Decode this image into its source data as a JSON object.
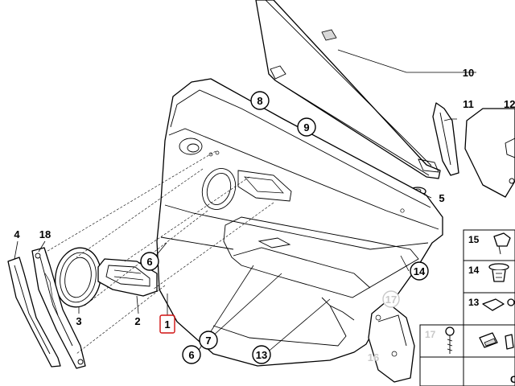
{
  "diagram": {
    "callouts": {
      "c8": "8",
      "c9": "9",
      "c10": "10",
      "c11": "11",
      "c12": "12",
      "c5": "5",
      "c14": "14",
      "c6a": "6",
      "c7": "7",
      "c6b": "6",
      "c13": "13",
      "c1": "1",
      "c2": "2",
      "c3": "3",
      "c4": "4",
      "c18": "18",
      "c17": "17",
      "c16": "16"
    },
    "table": {
      "r15": "15",
      "r14": "14",
      "r13": "13",
      "r17": "17",
      "partial": "C"
    },
    "colors": {
      "line": "#000000",
      "highlight": "#d01010",
      "ghost": "#c8c8c8"
    }
  }
}
